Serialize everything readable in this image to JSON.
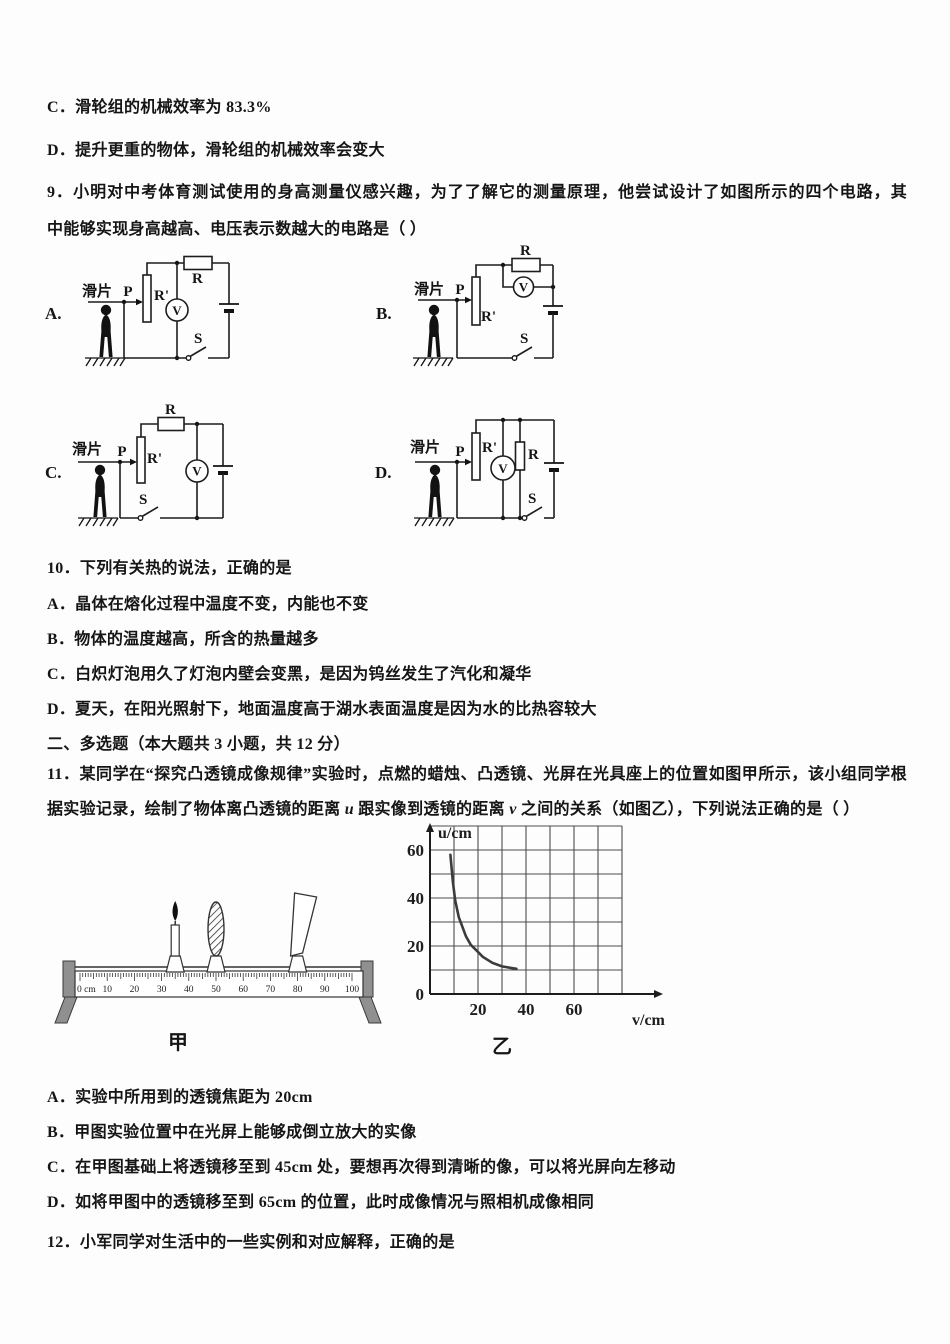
{
  "doc": {
    "q8c": "C．滑轮组的机械效率为 83.3%",
    "q8d": "D．提升更重的物体，滑轮组的机械效率会变大",
    "q9_l1": "9．小明对中考体育测试使用的身高测量仪感兴趣，为了了解它的测量原理，他尝试设计了如图所示的四个电路，其",
    "q9_l2": "中能够实现身高越高、电压表示数越大的电路是（ ）",
    "q10_stem": "10．下列有关热的说法，正确的是",
    "q10_a": "A．晶体在熔化过程中温度不变，内能也不变",
    "q10_b": "B．物体的温度越高，所含的热量越多",
    "q10_c": "C．白炽灯泡用久了灯泡内壁会变黑，是因为钨丝发生了汽化和凝华",
    "q10_d": "D．夏天，在阳光照射下，地面温度高于湖水表面温度是因为水的比热容较大",
    "sec2": "二、多选题（本大题共 3 小题，共 12 分）",
    "q11_l1": "11．某同学在“探究凸透镜成像规律”实验时，点燃的蜡烛、凸透镜、光屏在光具座上的位置如图甲所示，该小组同学根",
    "q11_l2a": "据实验记录，绘制了物体离凸透镜的距离 ",
    "q11_u": "u",
    "q11_l2b": " 跟实像到透镜的距离 ",
    "q11_v": "v",
    "q11_l2c": " 之间的关系（如图乙），下列说法正确的是（ ）",
    "q11_a": "A．实验中所用到的透镜焦距为 20cm",
    "q11_b": "B．甲图实验位置中在光屏上能够成倒立放大的实像",
    "q11_c": "C．在甲图基础上将透镜移至到 45cm 处，要想再次得到清晰的像，可以将光屏向左移动",
    "q11_d": "D．如将甲图中的透镜移至到 65cm 的位置，此时成像情况与照相机成像相同",
    "q12_stem": "12．小军同学对生活中的一些实例和对应解释，正确的是"
  },
  "circuit": {
    "label_a": "A.",
    "label_b": "B.",
    "label_c": "C.",
    "label_d": "D.",
    "slider": "滑片",
    "p": "P",
    "r_prime": "R'",
    "r": "R",
    "v": "V",
    "s": "S"
  },
  "figure": {
    "jia": "甲",
    "yi": "乙",
    "ruler": [
      "0 cm",
      "10",
      "20",
      "30",
      "40",
      "50",
      "60",
      "70",
      "80",
      "90",
      "100"
    ],
    "candle_cm": 35,
    "lens_cm": 50,
    "screen_cm": 80
  },
  "chart_data": {
    "type": "line",
    "title": "",
    "xlabel": "v/cm",
    "ylabel": "u/cm",
    "xlim": [
      0,
      80
    ],
    "ylim": [
      0,
      70
    ],
    "xticks": [
      20,
      40,
      60
    ],
    "yticks": [
      0,
      20,
      40,
      60
    ],
    "grid": true,
    "grid_step": 10,
    "legend": false,
    "series": [
      {
        "name": "u versus v curve (as drawn)",
        "points": [
          [
            8.5,
            58
          ],
          [
            9.5,
            47
          ],
          [
            10.5,
            39
          ],
          [
            12,
            32
          ],
          [
            13.5,
            28
          ],
          [
            15,
            24
          ],
          [
            17,
            20.5
          ],
          [
            19,
            18.5
          ],
          [
            22,
            15.5
          ],
          [
            26,
            13
          ],
          [
            30,
            11.5
          ],
          [
            36,
            10.5
          ]
        ]
      }
    ]
  }
}
